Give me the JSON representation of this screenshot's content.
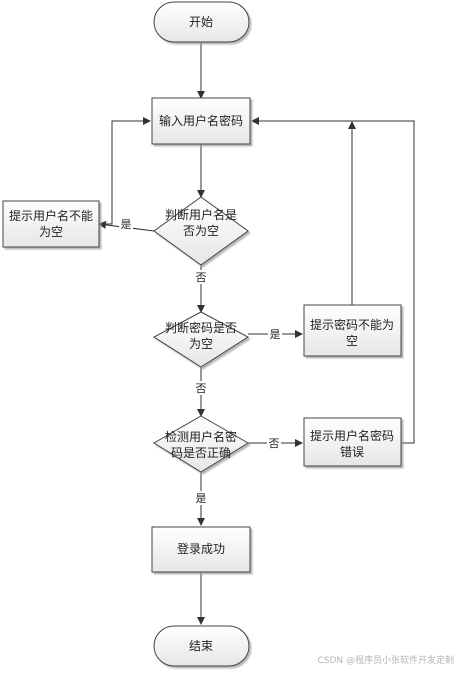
{
  "nodes": {
    "start": "开始",
    "input": "输入用户名密码",
    "check_user_empty": [
      "判断用户名是",
      "否为空"
    ],
    "tip_user_empty": [
      "提示用户名不能",
      "为空"
    ],
    "check_pwd_empty": [
      "判断密码是否",
      "为空"
    ],
    "tip_pwd_empty": [
      "提示密码不能为",
      "空"
    ],
    "check_match": [
      "检测用户名密",
      "码是否正确"
    ],
    "tip_wrong": [
      "提示用户名密码",
      "错误"
    ],
    "login_success": "登录成功",
    "end": "结束"
  },
  "edges": {
    "yes": "是",
    "no": "否"
  },
  "watermark": "CSDN @程序员小张软件开发定制"
}
